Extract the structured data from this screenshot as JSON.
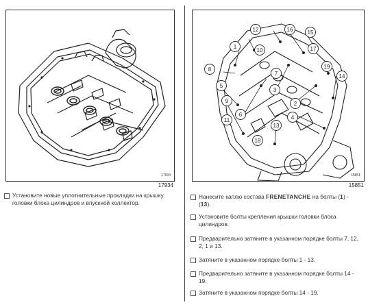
{
  "left_panel": {
    "figure_small_id": "17934",
    "figure_id": "17934",
    "instruction": "Установите новые уплотнительные прокладки на крышку головки блока цилиндров и впускной коллектор."
  },
  "right_panel": {
    "figure_small_id": "15851",
    "figure_id": "15851",
    "callouts": [
      "1",
      "2",
      "3",
      "4",
      "5",
      "6",
      "7",
      "8",
      "9",
      "10",
      "11",
      "12",
      "13",
      "14",
      "15",
      "16",
      "17",
      "18",
      "19"
    ],
    "instructions": [
      {
        "parts": [
          "Нанесите каплю состава ",
          "FRENETANCHE",
          " на болты (",
          "1",
          ") - (",
          "13",
          ")."
        ]
      },
      {
        "parts": [
          "Установите болты крепления крышки головки блока цилиндров."
        ]
      },
      {
        "parts": [
          "Предварительно затяните в указанном порядке болты 7, 12, 2, 1 и 13."
        ]
      },
      {
        "parts": [
          "Затяните в указанном порядке болты 1 - 13."
        ]
      },
      {
        "parts": [
          "Предварительно затяните в указанном порядке болты 14 - 19."
        ]
      },
      {
        "parts": [
          "Затяните в указанном порядке болты 14 - 19."
        ]
      }
    ]
  }
}
